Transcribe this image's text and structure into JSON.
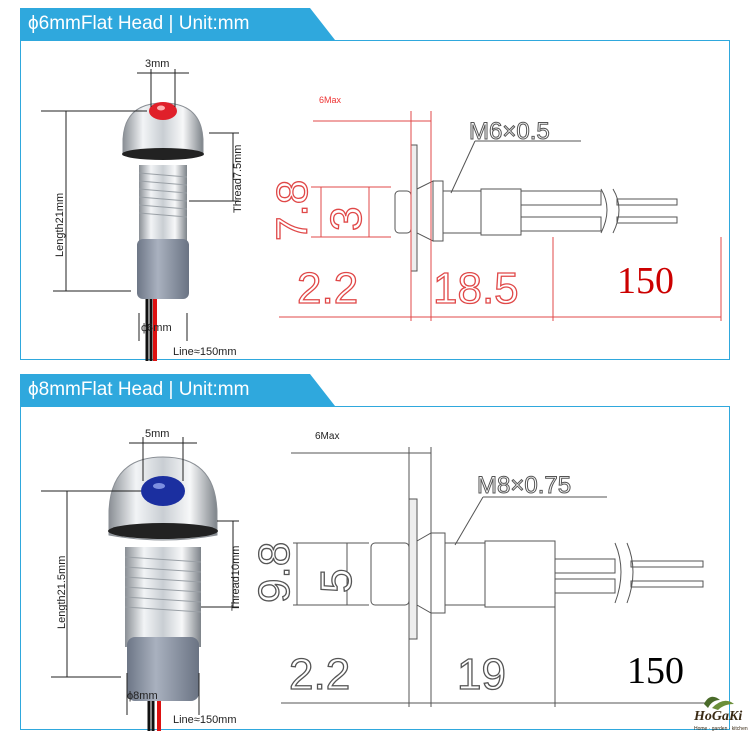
{
  "panels": [
    {
      "title": "ϕ6mmFlat Head | Unit:mm",
      "photo_labels": {
        "head_dia": "3mm",
        "length": "Length21mm",
        "thread": "Thread7.5mm",
        "body_dia": "ϕ6mm",
        "line": "Line≈150mm"
      },
      "drawing_labels": {
        "max": "6Max",
        "thread_spec": "M6×0.5",
        "outer_dia": "7.8",
        "lens_dia": "3",
        "flange": "2.2",
        "body_len": "18.5",
        "wire_len": "150"
      },
      "lens_color": "#e0202a",
      "dim_color": "#e04848"
    },
    {
      "title": "ϕ8mmFlat Head | Unit:mm",
      "photo_labels": {
        "head_dia": "5mm",
        "length": "Length21.5mm",
        "thread": "Thread10mm",
        "body_dia": "ϕ8mm",
        "line": "Line≈150mm"
      },
      "drawing_labels": {
        "max": "6Max",
        "thread_spec": "M8×0.75",
        "outer_dia": "9.8",
        "lens_dia": "5",
        "flange": "2.2",
        "body_len": "19",
        "wire_len": "150"
      },
      "lens_color": "#1b2fa0",
      "dim_color": "#555555"
    }
  ],
  "logo": {
    "brand": "HoGaKi",
    "tagline": "Home · garden · kitchen"
  }
}
